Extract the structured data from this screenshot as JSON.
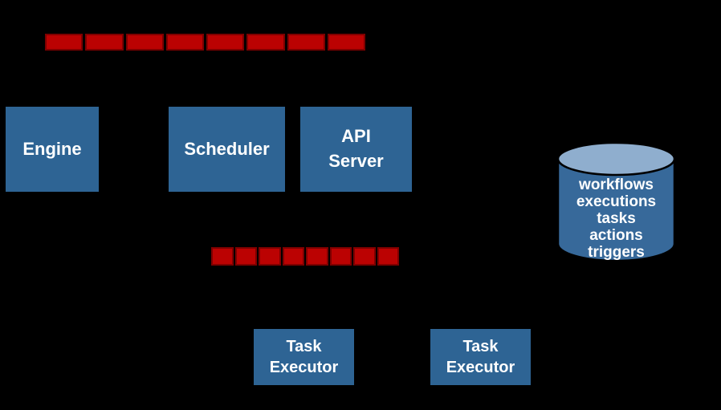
{
  "diagram": {
    "accent_colors": {
      "background": "#000000",
      "node_fill": "#2e6494",
      "queue_fill": "#bb0202",
      "queue_border": "#7f0000",
      "datastore_body": "#37699a",
      "datastore_top": "#8faece",
      "outline": "#000000",
      "text": "#ffffff"
    },
    "queues": {
      "top": {
        "segment_count": 8
      },
      "middle": {
        "segment_count": 8
      }
    },
    "nodes": {
      "engine": {
        "label": "Engine"
      },
      "scheduler": {
        "label": "Scheduler"
      },
      "api_server": {
        "label": "API Server"
      },
      "task_executor_1": {
        "label": "Task Executor"
      },
      "task_executor_2": {
        "label": "Task Executor"
      }
    },
    "datastore": {
      "items": [
        "workflows",
        "executions",
        "tasks",
        "actions",
        "triggers"
      ]
    }
  }
}
